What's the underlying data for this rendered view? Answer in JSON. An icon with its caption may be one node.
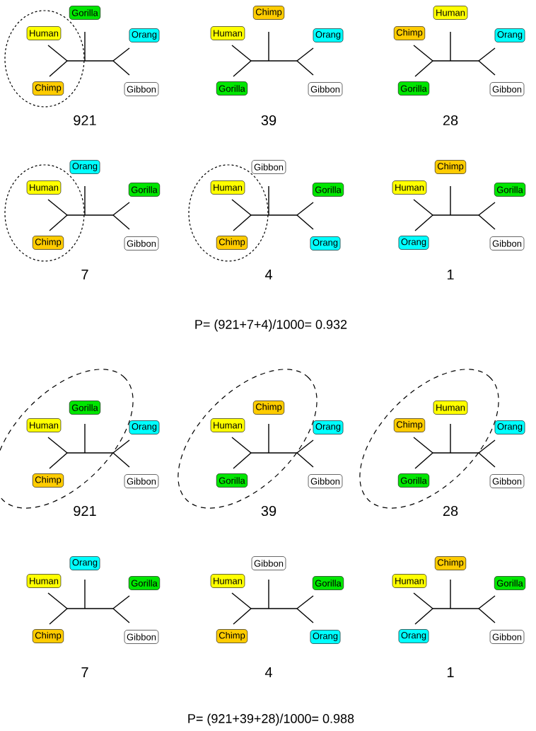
{
  "diagram": {
    "nodes": [
      {
        "text": [
          "Gorilla"
        ]
      },
      {
        "text": [
          "Human"
        ]
      },
      {
        "text": [
          "Orang"
        ]
      },
      {
        "text": [
          "Chimp"
        ]
      },
      {
        "text": [
          "Gibbon"
        ]
      },
      {
        "text": [
          "Chimp"
        ]
      },
      {
        "text": [
          "Human"
        ]
      },
      {
        "text": [
          "Orang"
        ]
      },
      {
        "text": [
          "Gorilla"
        ]
      },
      {
        "text": [
          "Gibbon"
        ]
      },
      {
        "text": [
          "Human"
        ]
      },
      {
        "text": [
          "Chimp"
        ]
      },
      {
        "text": [
          "Orang"
        ]
      },
      {
        "text": [
          "Gorilla"
        ]
      },
      {
        "text": [
          "Gibbon"
        ]
      },
      {
        "text": [
          "Orang"
        ]
      },
      {
        "text": [
          "Human"
        ]
      },
      {
        "text": [
          "Gorilla"
        ]
      },
      {
        "text": [
          "Chimp"
        ]
      },
      {
        "text": [
          "Gibbon"
        ]
      },
      {
        "text": [
          "Gibbon"
        ]
      },
      {
        "text": [
          "Human"
        ]
      },
      {
        "text": [
          "Gorilla"
        ]
      },
      {
        "text": [
          "Chimp"
        ]
      },
      {
        "text": [
          "Orang"
        ]
      },
      {
        "text": [
          "Chimp"
        ]
      },
      {
        "text": [
          "Human"
        ]
      },
      {
        "text": [
          "Gorilla"
        ]
      },
      {
        "text": [
          "Orang"
        ]
      },
      {
        "text": [
          "Gibbon"
        ]
      },
      {
        "text": [
          "Gorilla"
        ]
      },
      {
        "text": [
          "Human"
        ]
      },
      {
        "text": [
          "Orang"
        ]
      },
      {
        "text": [
          "Chimp"
        ]
      },
      {
        "text": [
          "Gibbon"
        ]
      },
      {
        "text": [
          "Chimp"
        ]
      },
      {
        "text": [
          "Human"
        ]
      },
      {
        "text": [
          "Orang"
        ]
      },
      {
        "text": [
          "Gorilla"
        ]
      },
      {
        "text": [
          "Gibbon"
        ]
      },
      {
        "text": [
          "Human"
        ]
      },
      {
        "text": [
          "Chimp"
        ]
      },
      {
        "text": [
          "Orang"
        ]
      },
      {
        "text": [
          "Gorilla"
        ]
      },
      {
        "text": [
          "Gibbon"
        ]
      },
      {
        "text": [
          "Orang"
        ]
      },
      {
        "text": [
          "Human"
        ]
      },
      {
        "text": [
          "Gorilla"
        ]
      },
      {
        "text": [
          "Chimp"
        ]
      },
      {
        "text": [
          "Gibbon"
        ]
      },
      {
        "text": [
          "Gibbon"
        ]
      },
      {
        "text": [
          "Human"
        ]
      },
      {
        "text": [
          "Gorilla"
        ]
      },
      {
        "text": [
          "Chimp"
        ]
      },
      {
        "text": [
          "Orang"
        ]
      },
      {
        "text": [
          "Chimp"
        ]
      },
      {
        "text": [
          "Human"
        ]
      },
      {
        "text": [
          "Gorilla"
        ]
      },
      {
        "text": [
          "Orang"
        ]
      },
      {
        "text": [
          "Gibbon"
        ]
      }
    ],
    "labels": [
      "921",
      "39",
      "28",
      "7",
      "4",
      "1",
      "P= (921+7+4)/1000= 0.932",
      "921",
      "39",
      "28",
      "7",
      "4",
      "1",
      "P= (921+39+28)/1000= 0.988"
    ]
  }
}
